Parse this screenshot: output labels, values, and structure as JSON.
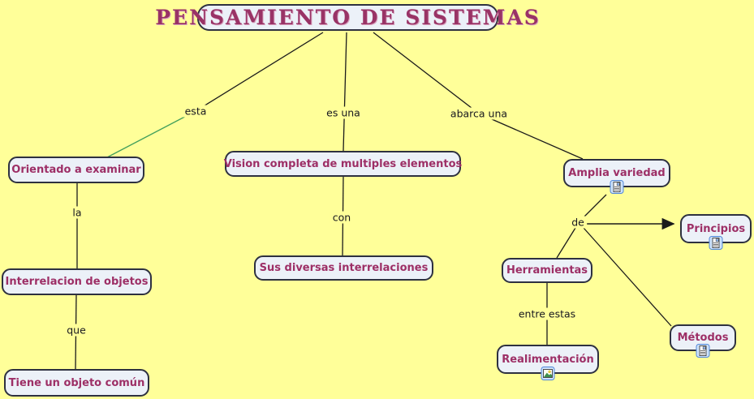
{
  "palette": {
    "background": "#FFFF99",
    "node_fill": "#ECF1F8",
    "node_border": "#2e3140",
    "node_text": "#9d2f66",
    "line_color": "#1b1b1b",
    "highlight_line_color": "#44a05c",
    "link_text": "#17171f"
  },
  "title": {
    "label": "PENSAMIENTO  DE SISTEMAS"
  },
  "nodes": {
    "orientado": {
      "label": "Orientado a examinar",
      "icon": null
    },
    "vision": {
      "label": "Vision completa de multiples elementos",
      "icon": null
    },
    "amplia": {
      "label": "Amplia variedad",
      "icon": "document-resource-icon"
    },
    "interrelacion": {
      "label": "Interrelacion de objetos",
      "icon": null
    },
    "sus": {
      "label": "Sus diversas interrelaciones",
      "icon": null
    },
    "tiene": {
      "label": "Tiene un objeto común",
      "icon": null
    },
    "principios": {
      "label": "Principios",
      "icon": "document-resource-icon"
    },
    "herramientas": {
      "label": "Herramientas",
      "icon": null
    },
    "realimentacion": {
      "label": "Realimentación",
      "icon": "image-resource-icon"
    },
    "metodos": {
      "label": "Métodos",
      "icon": "document-resource-icon"
    }
  },
  "links": {
    "esta": {
      "label": "esta"
    },
    "es_una": {
      "label": "es una"
    },
    "abarca_una": {
      "label": "abarca una"
    },
    "la": {
      "label": "la"
    },
    "con": {
      "label": "con"
    },
    "que": {
      "label": "que"
    },
    "de": {
      "label": "de"
    },
    "entre_estas": {
      "label": "entre estas"
    }
  }
}
